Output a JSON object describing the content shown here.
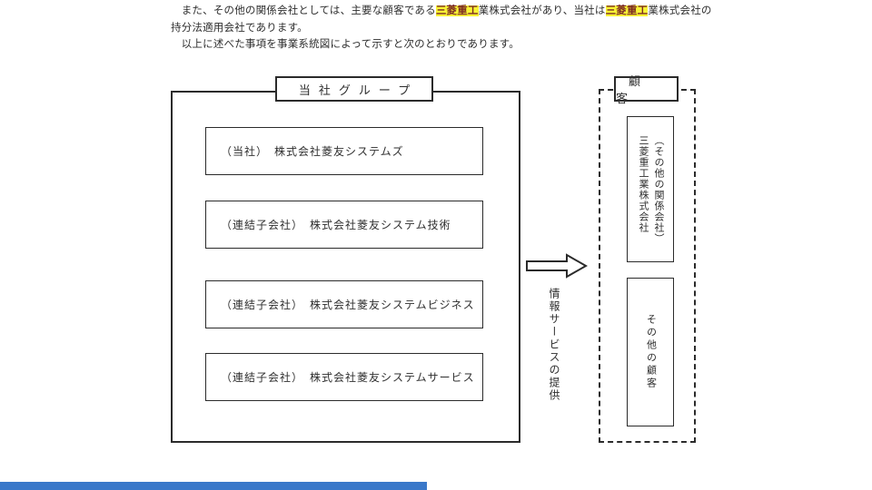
{
  "paragraph": {
    "seg1": "　また、その他の関係会社としては、主要な顧客である",
    "highlight1": "三菱重工",
    "seg2": "業株式会社があり、当社は",
    "highlight2": "三菱重工",
    "seg3": "業株式会社の持分法適用会社であります。",
    "line2": "　以上に述べた事項を事業系統図によって示すと次のとおりであります。"
  },
  "diagram": {
    "group": {
      "title": "当社グループ",
      "companies": [
        "（当社）　株式会社菱友システムズ",
        "（連結子会社）　株式会社菱友システム技術",
        "（連結子会社）　株式会社菱友システムビジネス",
        "（連結子会社）　株式会社菱友システムサービス"
      ]
    },
    "arrow_label": "情報サービスの提供",
    "customers": {
      "title": "顧客",
      "related_company_note": "（その他の関係会社）",
      "related_company_name": "三菱重工業株式会社",
      "other_customers": "その他の顧客"
    }
  },
  "colors": {
    "highlight_bg": "#f8f334",
    "highlight_text": "#7c2c24",
    "line": "#2b2b2b",
    "accent_bar": "#3a78c9"
  }
}
